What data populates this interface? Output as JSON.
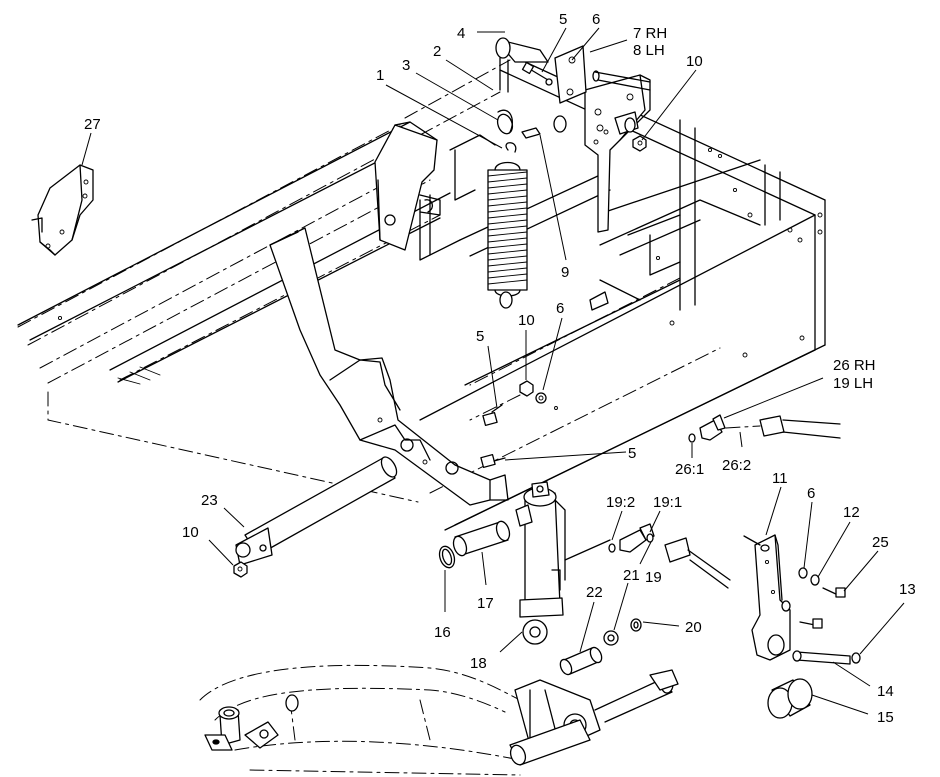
{
  "callouts": [
    {
      "id": "c4",
      "text": "4"
    },
    {
      "id": "c5a",
      "text": "5"
    },
    {
      "id": "c6a",
      "text": "6"
    },
    {
      "id": "c7",
      "text": "7 RH"
    },
    {
      "id": "c8",
      "text": "8 LH"
    },
    {
      "id": "c10a",
      "text": "10"
    },
    {
      "id": "c2",
      "text": "2"
    },
    {
      "id": "c3",
      "text": "3"
    },
    {
      "id": "c1",
      "text": "1"
    },
    {
      "id": "c27",
      "text": "27"
    },
    {
      "id": "c9",
      "text": "9"
    },
    {
      "id": "c5b",
      "text": "5"
    },
    {
      "id": "c10b",
      "text": "10"
    },
    {
      "id": "c6b",
      "text": "6"
    },
    {
      "id": "c26",
      "text": "26 RH"
    },
    {
      "id": "c19lh",
      "text": "19 LH"
    },
    {
      "id": "c5c",
      "text": "5"
    },
    {
      "id": "c261",
      "text": "26:1"
    },
    {
      "id": "c262",
      "text": "26:2"
    },
    {
      "id": "c23",
      "text": "23"
    },
    {
      "id": "c10c",
      "text": "10"
    },
    {
      "id": "c192",
      "text": "19:2"
    },
    {
      "id": "c191",
      "text": "19:1"
    },
    {
      "id": "c11",
      "text": "11"
    },
    {
      "id": "c6c",
      "text": "6"
    },
    {
      "id": "c12",
      "text": "12"
    },
    {
      "id": "c25",
      "text": "25"
    },
    {
      "id": "c19",
      "text": "19"
    },
    {
      "id": "c16",
      "text": "16"
    },
    {
      "id": "c17",
      "text": "17"
    },
    {
      "id": "c21",
      "text": "21"
    },
    {
      "id": "c22",
      "text": "22"
    },
    {
      "id": "c20",
      "text": "20"
    },
    {
      "id": "c13",
      "text": "13"
    },
    {
      "id": "c18",
      "text": "18"
    },
    {
      "id": "c14",
      "text": "14"
    },
    {
      "id": "c15",
      "text": "15"
    }
  ]
}
